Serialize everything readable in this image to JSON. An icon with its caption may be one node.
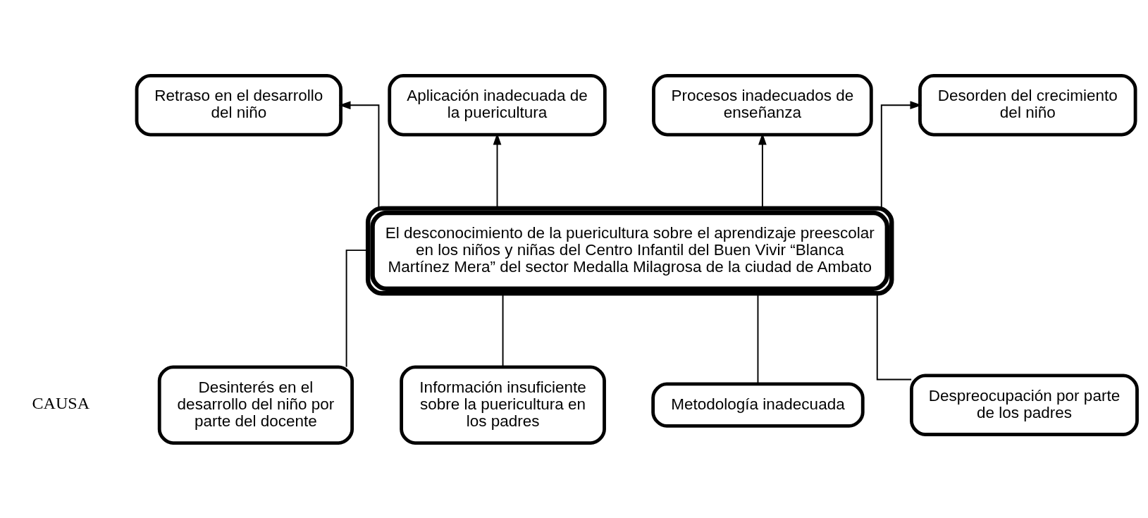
{
  "diagram": {
    "nodes": [
      {
        "text": [
          "Retraso en el desarrollo del niño"
        ]
      },
      {
        "text": [
          "Aplicación inadecuada de la puericultura"
        ]
      },
      {
        "text": [
          "Procesos inadecuados de enseñanza"
        ]
      },
      {
        "text": [
          "Desorden del crecimiento del niño"
        ]
      },
      {
        "text": [
          "El desconocimiento de la puericultura sobre el aprendizaje preescolar en los niños y niñas del Centro Infantil del Buen Vivir “Blanca Martínez Mera” del sector Medalla Milagrosa de la ciudad de Ambato"
        ]
      },
      {
        "text": [
          "Desinterés en el desarrollo del niño por parte del docente"
        ]
      },
      {
        "text": [
          "Información insuficiente sobre la puericultura en los padres"
        ]
      },
      {
        "text": [
          "Metodología inadecuada"
        ]
      },
      {
        "text": [
          "Despreocupación por parte de los padres"
        ]
      }
    ],
    "edges": [
      {
        "from": 4,
        "to": 0,
        "arrow": "to"
      },
      {
        "from": 4,
        "to": 1,
        "arrow": "to"
      },
      {
        "from": 4,
        "to": 2,
        "arrow": "to"
      },
      {
        "from": 4,
        "to": 3,
        "arrow": "to"
      },
      {
        "from": 5,
        "to": 4,
        "arrow": "none"
      },
      {
        "from": 6,
        "to": 4,
        "arrow": "none"
      },
      {
        "from": 7,
        "to": 4,
        "arrow": "none"
      },
      {
        "from": 8,
        "to": 4,
        "arrow": "none"
      }
    ],
    "labels": [
      "CAUSA"
    ]
  }
}
